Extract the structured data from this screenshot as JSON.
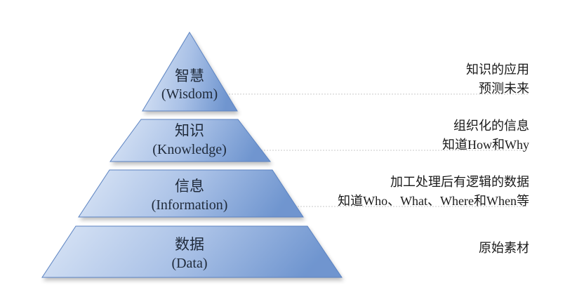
{
  "tiers": [
    {
      "title": "智慧",
      "subtitle": "(Wisdom)",
      "desc_line1": "知识的应用",
      "desc_line2": "预测未来"
    },
    {
      "title": "知识",
      "subtitle": "(Knowledge)",
      "desc_line1": "组织化的信息",
      "desc_line2": "知道How和Why"
    },
    {
      "title": "信息",
      "subtitle": "(Information)",
      "desc_line1": "加工处理后有逻辑的数据",
      "desc_line2": "知道Who、What、Where和When等"
    },
    {
      "title": "数据",
      "subtitle": "(Data)",
      "desc_line1": "原始素材",
      "desc_line2": ""
    }
  ],
  "colors": {
    "tier_light": "#c9daf2",
    "tier_dark": "#6d93cf",
    "tier_edge": "#5b83c2"
  }
}
